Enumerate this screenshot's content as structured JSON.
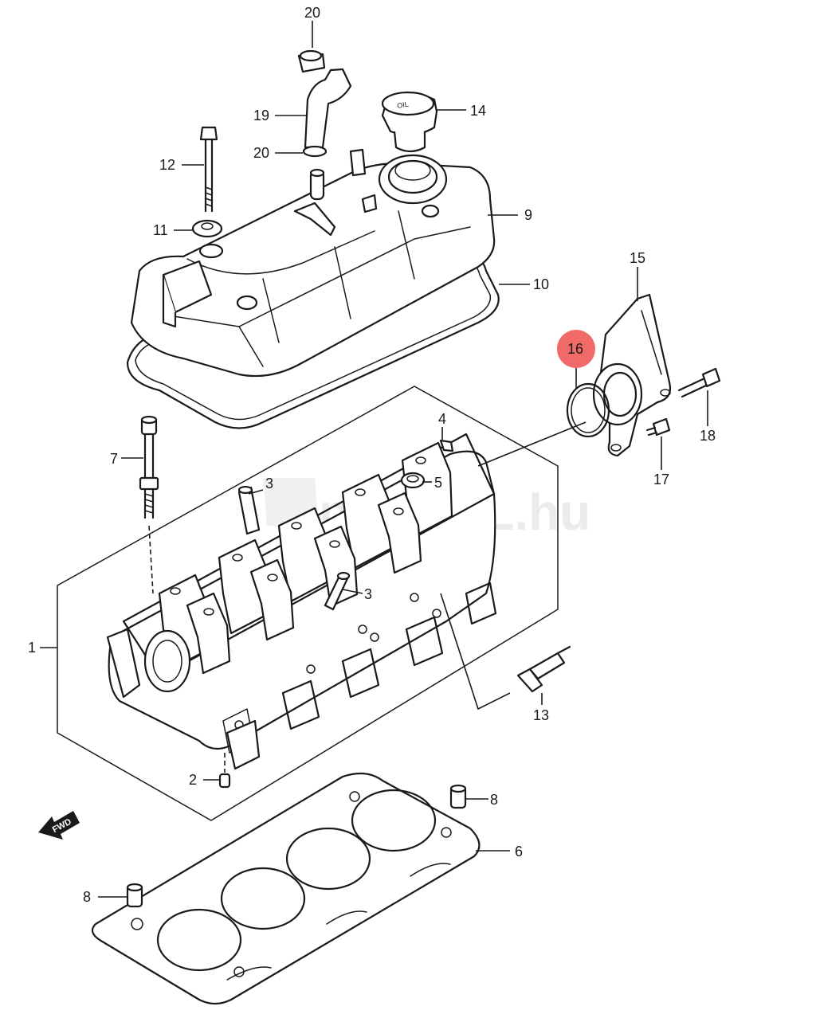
{
  "labels": {
    "p1": "1",
    "p2": "2",
    "p3a": "3",
    "p3b": "3",
    "p4": "4",
    "p5": "5",
    "p6": "6",
    "p7": "7",
    "p8a": "8",
    "p8b": "8",
    "p9": "9",
    "p10": "10",
    "p11": "11",
    "p12": "12",
    "p13": "13",
    "p14": "14",
    "p15": "15",
    "p16": "16",
    "p17": "17",
    "p18": "18",
    "p19": "19",
    "p20a": "20",
    "p20b": "20"
  },
  "highlight": {
    "part": "16",
    "color": "#f06a6a"
  },
  "fwd_arrow": {
    "text": "FWD"
  },
  "oil_cap": {
    "text": "OIL"
  },
  "watermark": {
    "text": "partALL.hu"
  }
}
